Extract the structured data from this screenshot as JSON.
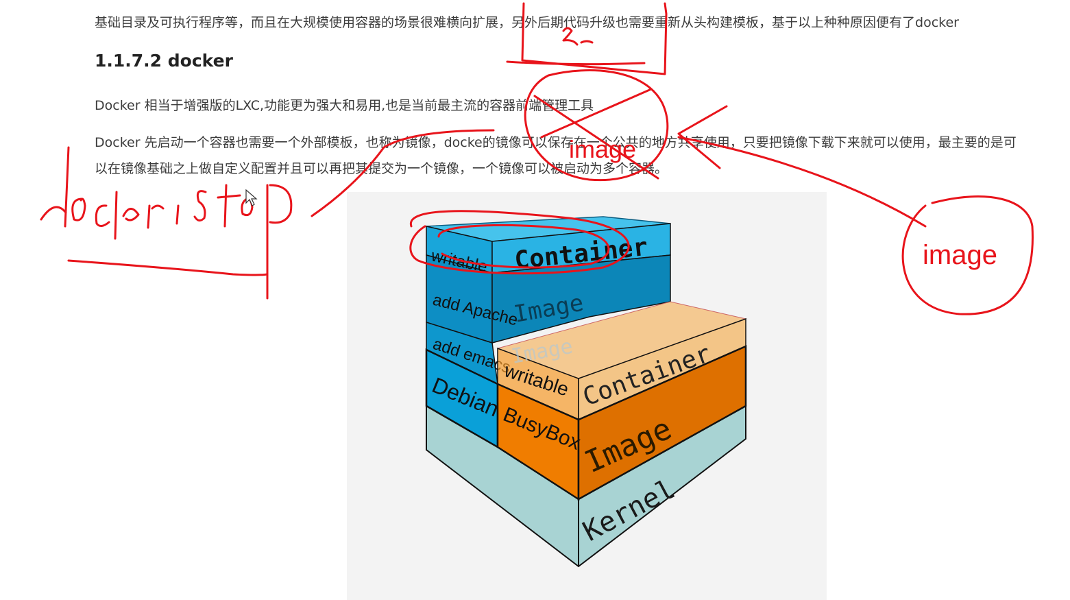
{
  "document": {
    "line0": "基础目录及可执行程序等，而且在大规模使用容器的场景很难横向扩展，另外后期代码升级也需要重新从头构建模板，基于以上种种原因便有了docker",
    "heading": "1.1.7.2 docker",
    "para1": "Docker 相当于增强版的LXC,功能更为强大和易用,也是当前最主流的容器前端管理工具",
    "para2_line1": "Docker 先启动一个容器也需要一个外部模板，也称为镜像，docke的镜像可以保存在一个公共的地方共享使用，只要把镜像下载下来就可以使用，最主要的是可",
    "para2_line2": "以在镜像基础之上做自定义配置并且可以再把其提交为一个镜像，一个镜像可以被启动为多个容器。"
  },
  "diagram": {
    "blue_stack": {
      "writable": "writable",
      "container": "Container",
      "add_apache": "add Apache",
      "image": "Image",
      "add_emacs": "add emacs",
      "debian": "Debian"
    },
    "orange_stack": {
      "ghost_image": "Image",
      "writable": "writable",
      "container": "Container",
      "busybox": "BusyBox",
      "image": "Image"
    },
    "kernel": "Kernel",
    "colors": {
      "blue": "#1aa3d9",
      "blue_dark": "#0b7fb0",
      "orange": "#f07d00",
      "orange_dark": "#d46a00",
      "kernel": "#a8d3d3"
    }
  },
  "annotations": {
    "image_label_center": "image",
    "image_label_right": "image",
    "color": "#e8141b"
  }
}
